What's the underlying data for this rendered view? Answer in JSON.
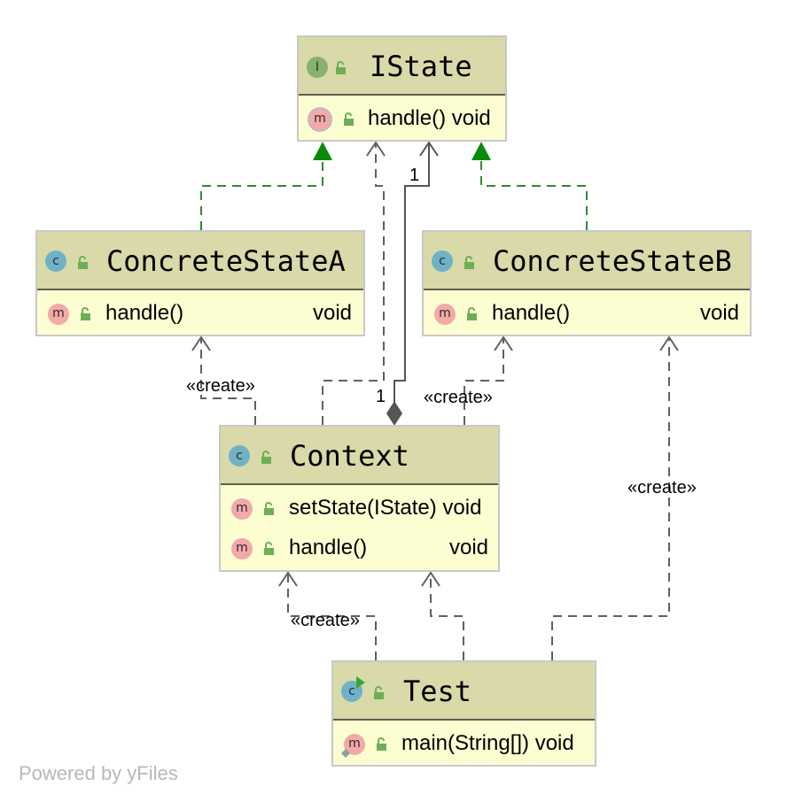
{
  "diagram": {
    "classes": {
      "istate": {
        "kind_badge": "I",
        "name": "IState",
        "methods": [
          {
            "badge": "m",
            "name": "handle() void",
            "type": ""
          }
        ]
      },
      "concrete_a": {
        "kind_badge": "c",
        "name": "ConcreteStateA",
        "methods": [
          {
            "badge": "m",
            "name": "handle()",
            "type": "void"
          }
        ]
      },
      "concrete_b": {
        "kind_badge": "c",
        "name": "ConcreteStateB",
        "methods": [
          {
            "badge": "m",
            "name": "handle()",
            "type": "void"
          }
        ]
      },
      "context": {
        "kind_badge": "c",
        "name": "Context",
        "methods": [
          {
            "badge": "m",
            "name": "setState(IState) void",
            "type": ""
          },
          {
            "badge": "m",
            "name": "handle()",
            "type": "void"
          }
        ]
      },
      "test": {
        "kind_badge": "c",
        "name": "Test",
        "methods": [
          {
            "badge": "m",
            "name": "main(String[]) void",
            "type": ""
          }
        ]
      }
    },
    "edge_labels": {
      "create_a": "«create»",
      "create_b": "«create»",
      "create_b_from_test": "«create»",
      "create_context_from_test": "«create»",
      "multiplicity_istate": "1",
      "multiplicity_context": "1"
    },
    "colors": {
      "header": "#d9d9a9",
      "body": "#fdfdd2",
      "realization": "#2e8b2e",
      "dependency": "#606060",
      "composition": "#555555"
    },
    "footer": "Powered by yFiles"
  }
}
